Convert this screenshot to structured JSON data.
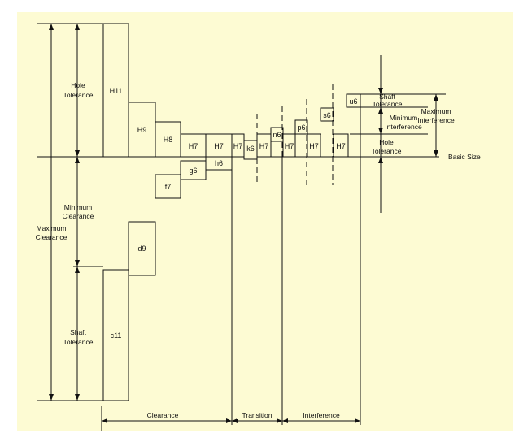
{
  "labels": {
    "hole_tolerance_left": [
      "Hole",
      "Tolerance"
    ],
    "minimum_clearance": [
      "Minimum",
      "Clearance"
    ],
    "maximum_clearance": [
      "Maximum",
      "Clearance"
    ],
    "shaft_tolerance_left": [
      "Shaft",
      "Tolerance"
    ],
    "shaft_tolerance_right": [
      "Shaft",
      "Tolerance"
    ],
    "minimum_interference": [
      "Minimum",
      "Interference"
    ],
    "maximum_interference": [
      "Maximum",
      "Interference"
    ],
    "hole_tolerance_right": [
      "Hole",
      "Tolerance"
    ],
    "basic_size": "Basic Size"
  },
  "fits": {
    "H11": "H11",
    "c11": "c11",
    "H9": "H9",
    "d9": "d9",
    "H8": "H8",
    "f7": "f7",
    "H7_g6": "H7",
    "g6": "g6",
    "H7_h6": "H7",
    "h6": "h6",
    "H7_k6": "H7",
    "k6": "k6",
    "H7_n6": "H7",
    "n6": "n6",
    "H7_p6": "H7",
    "p6": "p6",
    "H7_s6": "H7",
    "s6": "s6",
    "H7_u6": "H7",
    "u6": "u6"
  },
  "categories": {
    "clearance": "Clearance",
    "transition": "Transition",
    "interference": "Interference"
  }
}
